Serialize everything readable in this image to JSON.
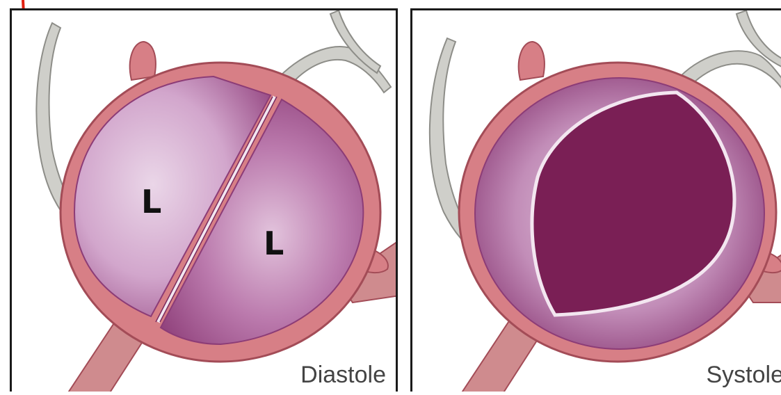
{
  "panels": [
    {
      "label": "Diastole",
      "leaflet_labels": [
        "L",
        "L"
      ]
    },
    {
      "label": "Systole"
    }
  ],
  "colors": {
    "valve_wall": "#d77f86",
    "valve_outline": "#a34c57",
    "leaflet_light": "#e3c6de",
    "leaflet_mid": "#b46aa2",
    "leaflet_dark": "#7a2a5e",
    "closed_orifice": "#7a1f55",
    "chordae_gray": "#cfcfca",
    "muscle": "#cf8b8e",
    "border": "#1a1a1a",
    "edge_mark": "#e02010"
  }
}
